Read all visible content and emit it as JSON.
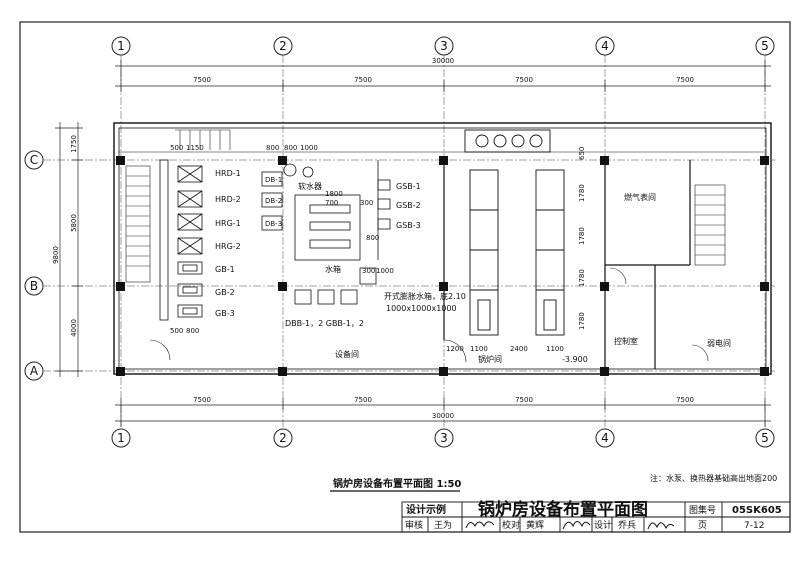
{
  "sheet": {
    "axes_cols": [
      "1",
      "2",
      "3",
      "4",
      "5"
    ],
    "axes_rows": [
      "C",
      "B",
      "A"
    ],
    "col_spacing": [
      "7500",
      "7500",
      "7500",
      "7500"
    ],
    "total_width": "30000",
    "left_dims": [
      "1750",
      "5800",
      "4000"
    ],
    "left_total": "9800"
  },
  "equipment": {
    "hrd1": "HRD-1",
    "hrd2": "HRD-2",
    "hrg1": "HRG-1",
    "hrg2": "HRG-2",
    "gb1": "GB-1",
    "gb2": "GB-2",
    "gb3": "GB-3",
    "db1": "DB-1",
    "db2": "DB-2",
    "db3": "DB-3",
    "gsb1": "GSB-1",
    "gsb2": "GSB-2",
    "gsb3": "GSB-3",
    "softener": "软水器",
    "water_tank": "水箱",
    "expansion_tank": "开式膨胀水箱，底2.10",
    "expansion_size": "1000x1000x1000",
    "dbb_gbb": "DBB-1，2  GBB-1，2"
  },
  "rooms": {
    "equipment_room": "设备间",
    "boiler_room": "锅炉间",
    "gas_meter_room": "燃气表间",
    "control_room": "控制室",
    "power_room": "弱电间"
  },
  "dims": {
    "d500": "500",
    "d1150": "1150",
    "d800": "800",
    "d1000": "1000",
    "d1800": "1800",
    "d700": "700",
    "d300": "300",
    "d1200": "1200",
    "d1100": "1100",
    "d2400": "2400",
    "d1780": "1780",
    "d650": "650",
    "level": "-3.900"
  },
  "drawing_title": "锅炉房设备布置平面图 1:50",
  "note": "注：水泵、换热器基础高出地面200",
  "title_block": {
    "label": "设计示例",
    "main_title": "锅炉房设备布置平面图",
    "atlas_label": "图集号",
    "atlas_no": "05SK605",
    "review_label": "审核",
    "reviewer": "王为",
    "check_label": "校对",
    "checker": "黄辉",
    "design_label": "设计",
    "designer": "乔兵",
    "page_label": "页",
    "page_no": "7-12"
  }
}
